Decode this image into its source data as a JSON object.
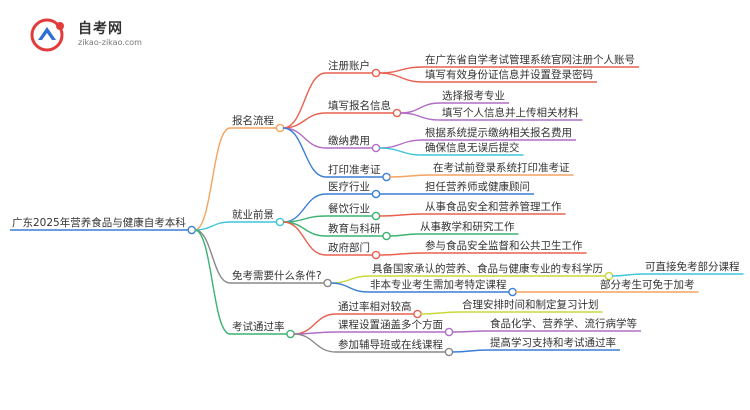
{
  "logo": {
    "title": "自考网",
    "subtitle": "zikao-zikao.com"
  },
  "root": {
    "label": "广东2025年营养食品与健康自考本科"
  },
  "branches": [
    {
      "label": "报名流程",
      "color": "#f4a460",
      "children": [
        {
          "label": "注册账户",
          "color": "#e9604f",
          "children": [
            {
              "label": "在广东省自学考试管理系统官网注册个人账号",
              "color": "#e9604f"
            },
            {
              "label": "填写有效身份证信息并设置登录密码",
              "color": "#e9604f"
            }
          ]
        },
        {
          "label": "填写报名信息",
          "color": "#e9604f",
          "children": [
            {
              "label": "选择报考专业",
              "color": "#b16dc4"
            },
            {
              "label": "填写个人信息并上传相关材料",
              "color": "#b16dc4"
            }
          ]
        },
        {
          "label": "缴纳费用",
          "color": "#b16dc4",
          "children": [
            {
              "label": "根据系统提示缴纳相关报名费用",
              "color": "#b16dc4"
            },
            {
              "label": "确保信息无误后提交",
              "color": "#3cc6d8"
            }
          ]
        },
        {
          "label": "打印准考证",
          "color": "#3a7fd5",
          "children": [
            {
              "label": "在考试前登录系统打印准考证",
              "color": "#f4a460"
            }
          ]
        }
      ]
    },
    {
      "label": "就业前景",
      "color": "#3cc6d8",
      "children": [
        {
          "label": "医疗行业",
          "color": "#3a7fd5",
          "children": [
            {
              "label": "担任营养师或健康顾问",
              "color": "#3a7fd5"
            }
          ]
        },
        {
          "label": "餐饮行业",
          "color": "#3cb371",
          "children": [
            {
              "label": "从事食品安全和营养管理工作",
              "color": "#e9604f"
            }
          ]
        },
        {
          "label": "教育与科研",
          "color": "#3cb371",
          "children": [
            {
              "label": "从事教学和研究工作",
              "color": "#3cb371"
            }
          ]
        },
        {
          "label": "政府部门",
          "color": "#e9604f",
          "children": [
            {
              "label": "参与食品安全监督和公共卫生工作",
              "color": "#e9604f"
            }
          ]
        }
      ]
    },
    {
      "label": "免考需要什么条件?",
      "color": "#888888",
      "children": [
        {
          "label": "具备国家承认的营养、食品与健康专业的专科学历",
          "color": "#c8d83a",
          "children": [
            {
              "label": "可直接免考部分课程",
              "color": "#3cc6d8"
            }
          ]
        },
        {
          "label": "非本专业考生需加考特定课程",
          "color": "#3a7fd5",
          "children": [
            {
              "label": "部分考生可免于加考",
              "color": "#f4a460"
            }
          ]
        }
      ]
    },
    {
      "label": "考试通过率",
      "color": "#3cb371",
      "children": [
        {
          "label": "通过率相对较高",
          "color": "#e9604f",
          "children": [
            {
              "label": "合理安排时间和制定复习计划",
              "color": "#c8d83a"
            }
          ]
        },
        {
          "label": "课程设置涵盖多个方面",
          "color": "#b16dc4",
          "children": [
            {
              "label": "食品化学、营养学、流行病学等",
              "color": "#b16dc4"
            }
          ]
        },
        {
          "label": "参加辅导班或在线课程",
          "color": "#888888",
          "children": [
            {
              "label": "提高学习支持和考试通过率",
              "color": "#3a7fd5"
            }
          ]
        }
      ]
    }
  ]
}
